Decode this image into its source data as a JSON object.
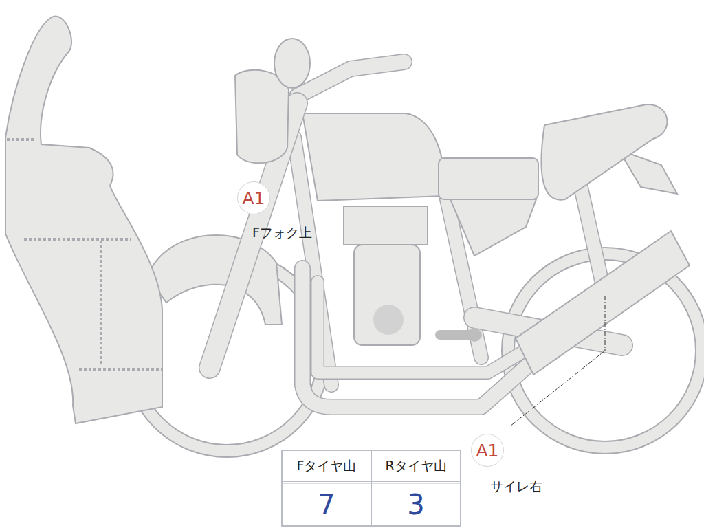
{
  "diagram": {
    "nodes": [
      {
        "text": [
          "A1",
          "Fフォク上"
        ]
      },
      {
        "text": [
          "A1",
          "サイレ右"
        ]
      }
    ],
    "labels": [
      "Fタイヤ山",
      "Rタイヤ山",
      "7",
      "3"
    ]
  }
}
